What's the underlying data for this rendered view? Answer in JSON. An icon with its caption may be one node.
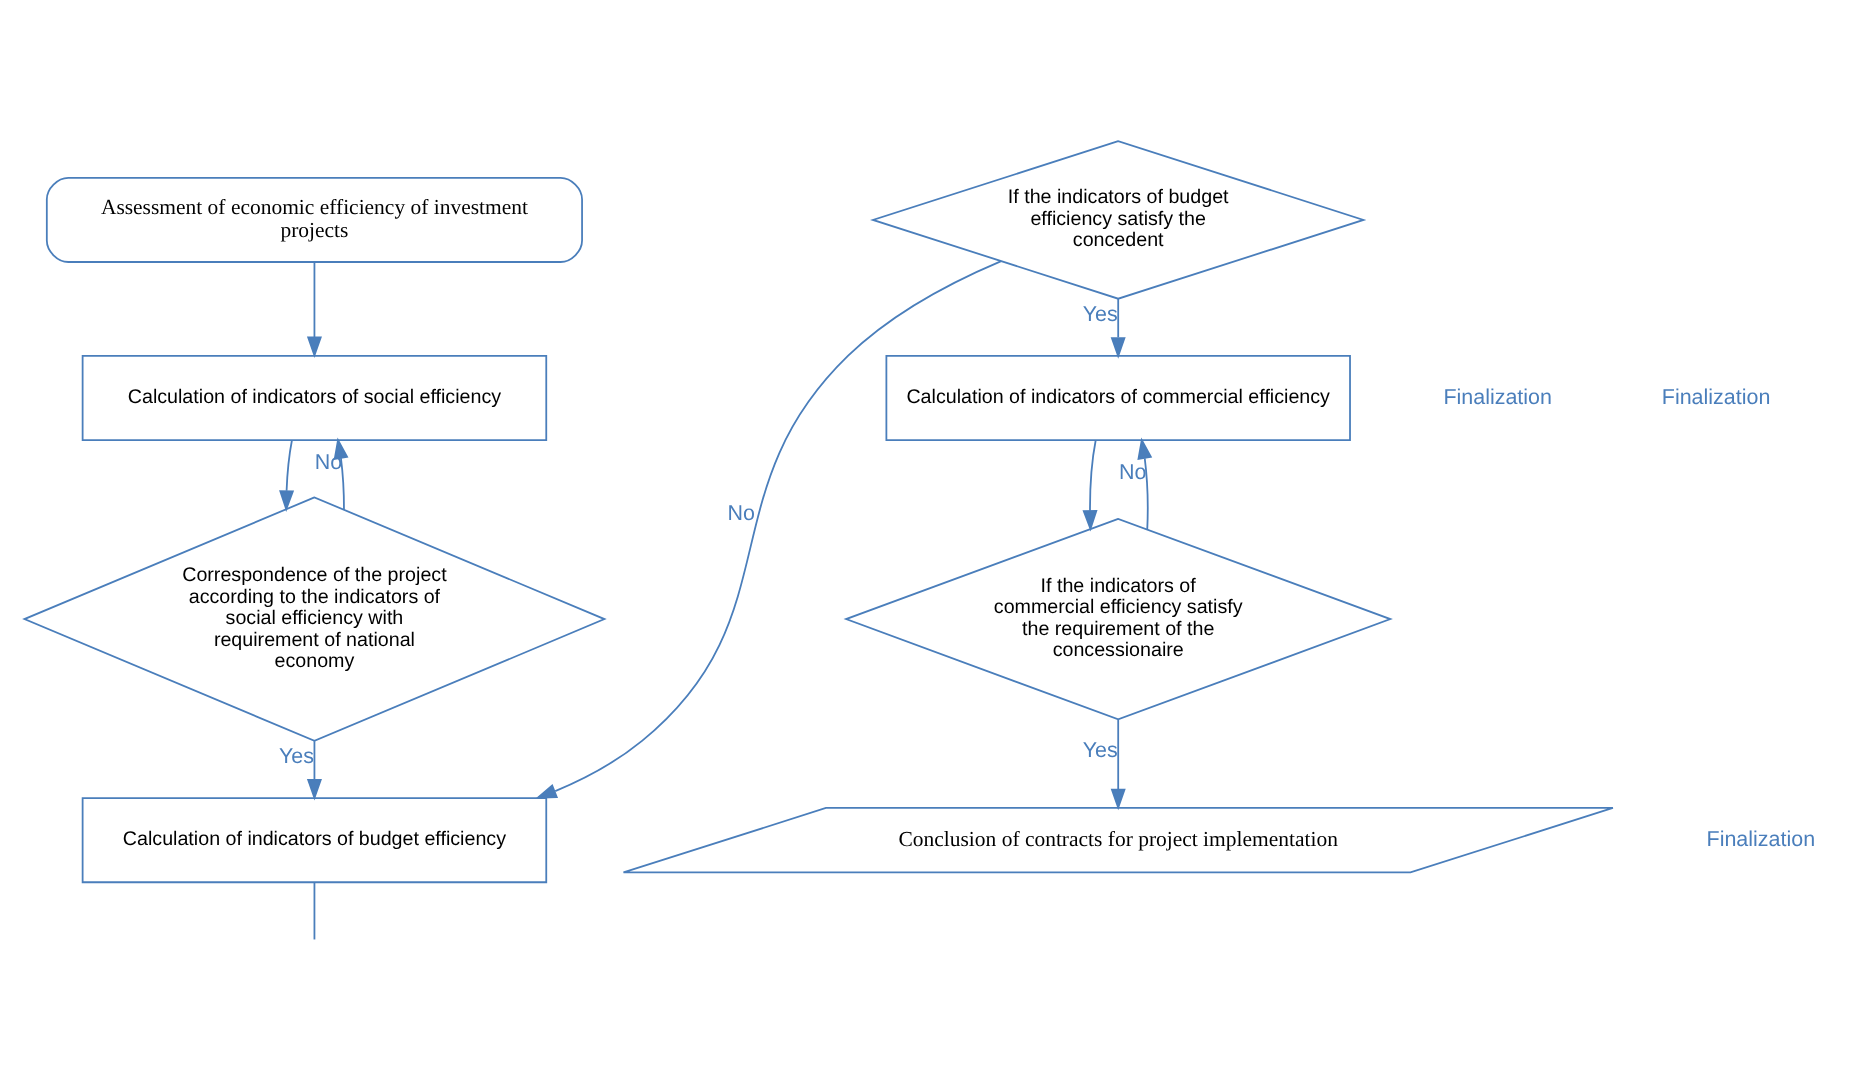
{
  "diagram": {
    "nodes": [
      {
        "text": [
          "Assessment of economic efficiency of investment projects"
        ]
      },
      {
        "text": [
          "Calculation of indicators of social efficiency"
        ]
      },
      {
        "text": [
          "Correspondence of the project according to the indicators of social efficiency with requirement of national economy"
        ]
      },
      {
        "text": [
          "Calculation of indicators of budget efficiency"
        ]
      },
      {
        "text": [
          "If the indicators of budget efficiency satisfy the concedent"
        ]
      },
      {
        "text": [
          "Calculation of indicators of commercial efficiency"
        ]
      },
      {
        "text": [
          "If the indicators of commercial efficiency satisfy the requirement of the concessionaire"
        ]
      },
      {
        "text": [
          "Conclusion of contracts for project implementation"
        ]
      }
    ],
    "edges": [
      {
        "from": 0,
        "to": 1,
        "arrow": "to"
      },
      {
        "from": 1,
        "to": 2,
        "arrow": "to"
      },
      {
        "from": 2,
        "to": 3,
        "label": "Yes",
        "arrow": "to"
      },
      {
        "from": 2,
        "to": 1,
        "label": "No",
        "arrow": "to"
      },
      {
        "from": 3,
        "to": null,
        "arrow": "none"
      },
      {
        "from": 4,
        "to": 3,
        "label": "No",
        "arrow": "to"
      },
      {
        "from": 4,
        "to": 5,
        "label": "Yes",
        "arrow": "to"
      },
      {
        "from": 5,
        "to": 6,
        "arrow": "to"
      },
      {
        "from": 6,
        "to": 5,
        "label": "No",
        "arrow": "to"
      },
      {
        "from": 6,
        "to": 7,
        "label": "Yes",
        "arrow": "to"
      }
    ],
    "labels": [
      "Finalization",
      "Finalization",
      "Finalization"
    ]
  }
}
